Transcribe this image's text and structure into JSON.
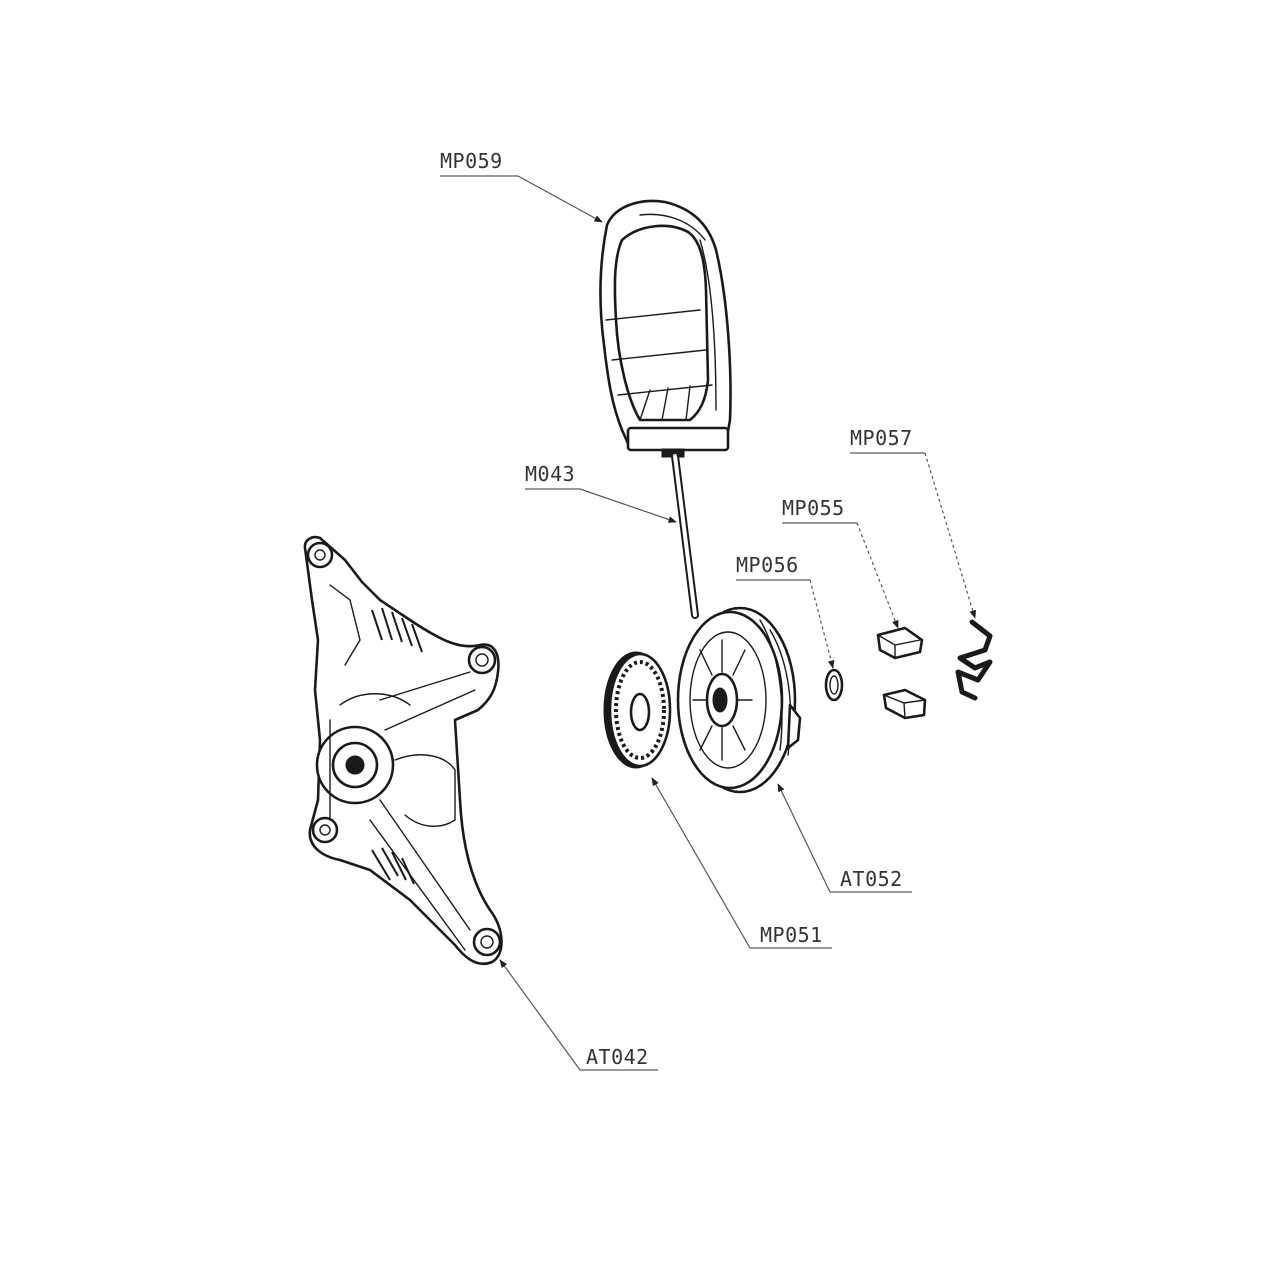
{
  "callouts": {
    "mp059": "MP059",
    "m043": "M043",
    "mp057": "MP057",
    "mp055": "MP055",
    "mp056": "MP056",
    "at052": "AT052",
    "mp051": "MP051",
    "at042": "AT042"
  }
}
